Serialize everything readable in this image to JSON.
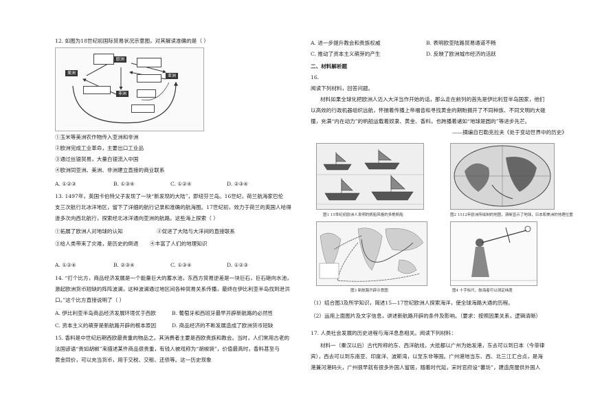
{
  "q12": {
    "stem": "12.   如图为18世纪初国际贸易状况示意图，对其解读准确的是（      ）",
    "diagram": {
      "regions": {
        "americas": "美洲",
        "europe": "欧洲",
        "asia": "亚洲",
        "africa": "非洲"
      }
    },
    "options": [
      "①玉米等美洲农作物传入亚洲和非洲",
      "②欧洲完成工业革命，主要出口工业品",
      "③通过丝银贸易，大量白银流入中国",
      "④欧洲同亚洲、美洲、非洲建立直接的商业联系"
    ],
    "choices": [
      "A. ①②③",
      "B. ①③④",
      "C. ①②④",
      "D. ②③④"
    ]
  },
  "q13": {
    "lines": [
      "13.   1497年，英国卡伯特父子发现了一块“新发现的大陆”，即纽芬兰岛。16世纪，荷兰航海家巴伦",
      "支三次航行北冰洋地区，留下了详细的航行记录和准确的航海图。17世纪初，效力于荷兰的英国人哈得",
      "逊多次向西北航行，探索经北冰洋通向亚洲的航路。这些海上探索（    ）"
    ],
    "options": [
      "①拓展了欧洲人对地球的认知",
      "②促进了大陆与大洋间的直接联系",
      "③给人类带来了灾难，是历史的倒退",
      "④丰富了人们的地理知识"
    ],
    "choices": [
      "A. ①②④",
      "B. ②③④",
      "C. ①③④",
      "D. ①②③"
    ]
  },
  "q14": {
    "lines": [
      "14.   “打个比方，商品经济发展是一个能量巨大的蓄水池，东西方贸易逆差是一块巨石，巨石砸向水池，",
      "激起欧洲货币短缺的阵阵波澜，这种波澜通过地区间各种贸易关系传播，最终在伊比利亚半岛找到泄洪",
      "口。”这个比方直接说明了（      ）"
    ],
    "choices": [
      "A. 伊比利亚半岛商品经济发展环境优于西欧",
      "B. 葡萄牙和西班牙最早开辟新航路的必然性",
      "C. 资本主义的萌芽是新航路开辟的根本原因",
      "D. 商品经济的不断发展造成了欧洲货币短缺"
    ]
  },
  "q15": {
    "lines": [
      "15.   香料是中世纪后期西欧最贵重的物品之。其消费者主要是西欧贵族和教会。当时，人们常用古老的",
      "法国谚语“贵如胡椒”来描述某件商品很贵重，有钱人被戏称为“胡椒袋”，价值最高时，香料甚至与",
      "黄金同价，可以充当货币，用于交税、交租、还债等。这一历史现象"
    ]
  },
  "q15_choices": [
    "A. 进一步提升教会和贵族权威",
    "B. 表明欧亚陆路贸易通道不畅",
    "C. 推动了资本主义萌芽的产生",
    "D. 反映了欧洲城市经济的活跃"
  ],
  "section2": "二、材料解析题",
  "q16": {
    "number": "16.",
    "intro": "阅读下列材料，回答问题。",
    "material": [
      "材料如果全球化把欧洲人迈入大洋当作开始的话，那么走在前列的首先是伊比利亚半岛国家，他们",
      "以高效的行政机器组织远航，怀揣着传播上帝福音和寻找黄金的期盼拥开了不同种族、不同文明的大碰",
      "撞，充满“内在动力”的帆船运载着奴隶、黄金、香料，也跨播着诸如“地球是圆的”等进步先芒。"
    ],
    "source": "——摘编自巴勒克拉夫《处于变动世界中的历史》",
    "figures": [
      "图1   15世纪初欧洲人发明的帆船风格的多桅帆船",
      "图2   1512年欧洲所绘制的地图，清晰显示了地球，日本和美洲的地理位置",
      "图3   新航路开辟示意图",
      "图4   十字标尺，航海者可以测定纬度"
    ],
    "questions": [
      "（1）结合图3及所学知识，简述15—17世纪欧洲人探索海洋，使全球海路大通的历程。",
      "（2）运用上面图片及文字信息，讲述新航路开辟的条件及影响。（要求：按照因果关系，逻辑清晰）"
    ]
  },
  "q17": {
    "lines": [
      "17.   人类社会发展的历史进程与海洋息息相关。阅读下列材料：",
      "材料一（秦汉以后）古代所称的东、西洋航线，大抵都以广州为始发港，东去可以到日本（今菲律",
      "宾），西去可以到东南亚、印度洋、波斯湾，以至东非等国。广州港地当东、西、北三江汇合点，是海",
      "港兼河港码头，广州很早就有很多外国人留居，随着时代延，宋时官府设“蕃坊”，建造房屋供外国人"
    ]
  }
}
